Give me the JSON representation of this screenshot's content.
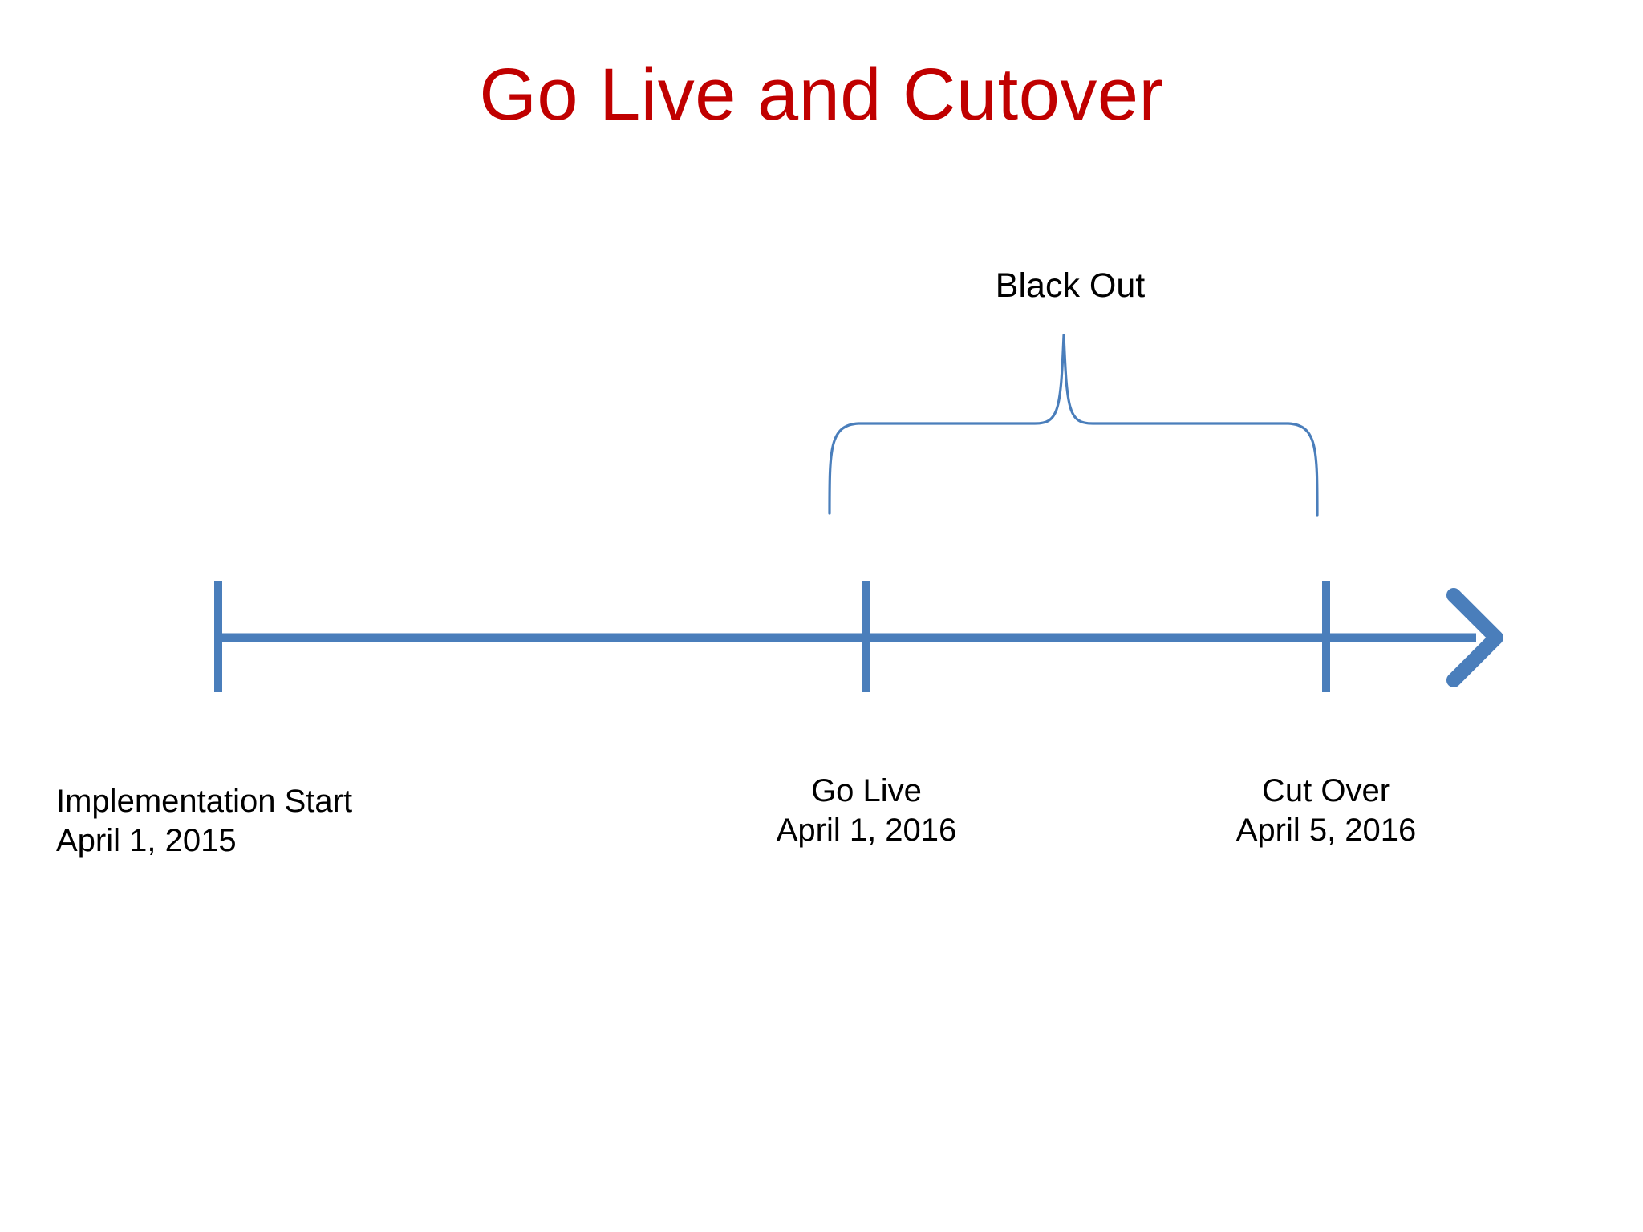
{
  "slide": {
    "title": "Go Live and Cutover",
    "title_color": "#C00000",
    "background_color": "#FFFFFF",
    "accent_color": "#4A7EBB",
    "text_color": "#000000"
  },
  "callout": {
    "label": "Black Out",
    "brace_color": "#4A7EBB",
    "spans_from": "Go Live",
    "spans_to": "Cut Over"
  },
  "timeline": {
    "axis_color": "#4A7EBB",
    "arrow_direction": "right",
    "milestones": [
      {
        "name": "Implementation Start",
        "date": "April 1, 2015"
      },
      {
        "name": "Go Live",
        "date": "April 1, 2016"
      },
      {
        "name": "Cut Over",
        "date": "April 5, 2016"
      }
    ]
  }
}
